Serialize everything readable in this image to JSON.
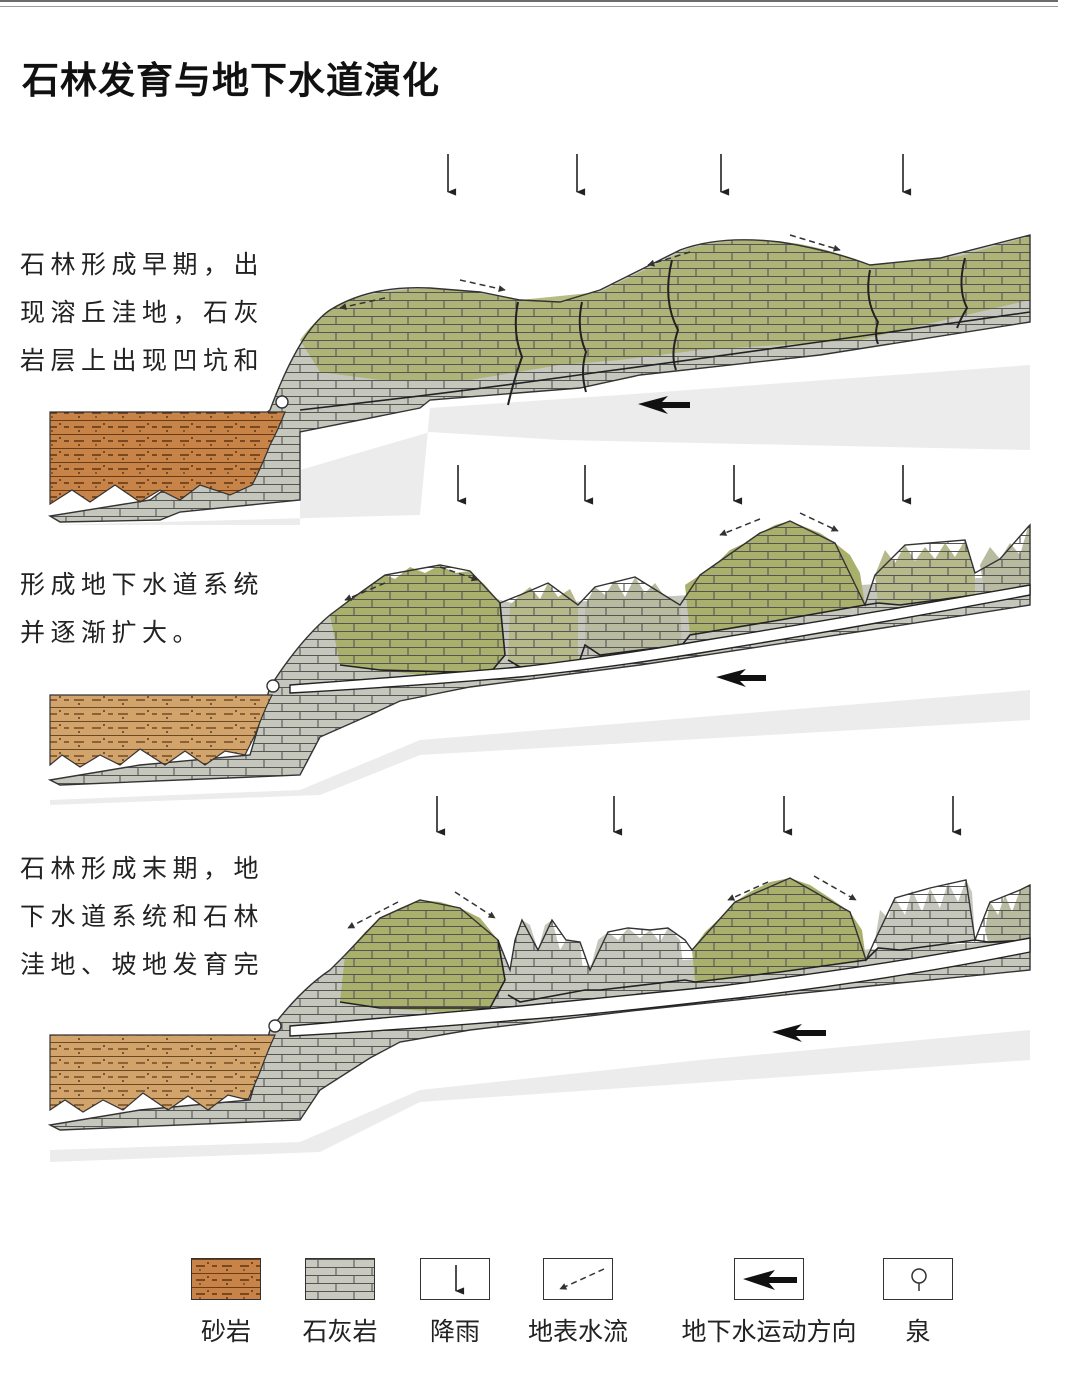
{
  "title": "石林发育与地下水道演化",
  "stages": [
    {
      "lines": [
        "石林形成早期，出",
        "现溶丘洼地，石灰",
        "岩层上出现凹坑和"
      ]
    },
    {
      "lines": [
        "形成地下水道系统",
        "并逐渐扩大。"
      ]
    },
    {
      "lines": [
        "石林形成末期，地",
        "下水道系统和石林",
        "洼地、坡地发育完"
      ]
    }
  ],
  "legend": [
    {
      "icon": "sandstone-swatch",
      "label": "砂岩"
    },
    {
      "icon": "limestone-swatch",
      "label": "石灰岩"
    },
    {
      "icon": "rainfall-arrow-icon",
      "label": "降雨"
    },
    {
      "icon": "surface-runoff-icon",
      "label": "地表水流"
    },
    {
      "icon": "groundwater-direction-icon",
      "label": "地下水运动方向"
    },
    {
      "icon": "spring-icon",
      "label": "泉"
    }
  ],
  "colors": {
    "sandstone": "#c07a3d",
    "limestone_green": "#a7b06c",
    "limestone_gray": "#c9c9c0",
    "brick_line": "#555555"
  }
}
